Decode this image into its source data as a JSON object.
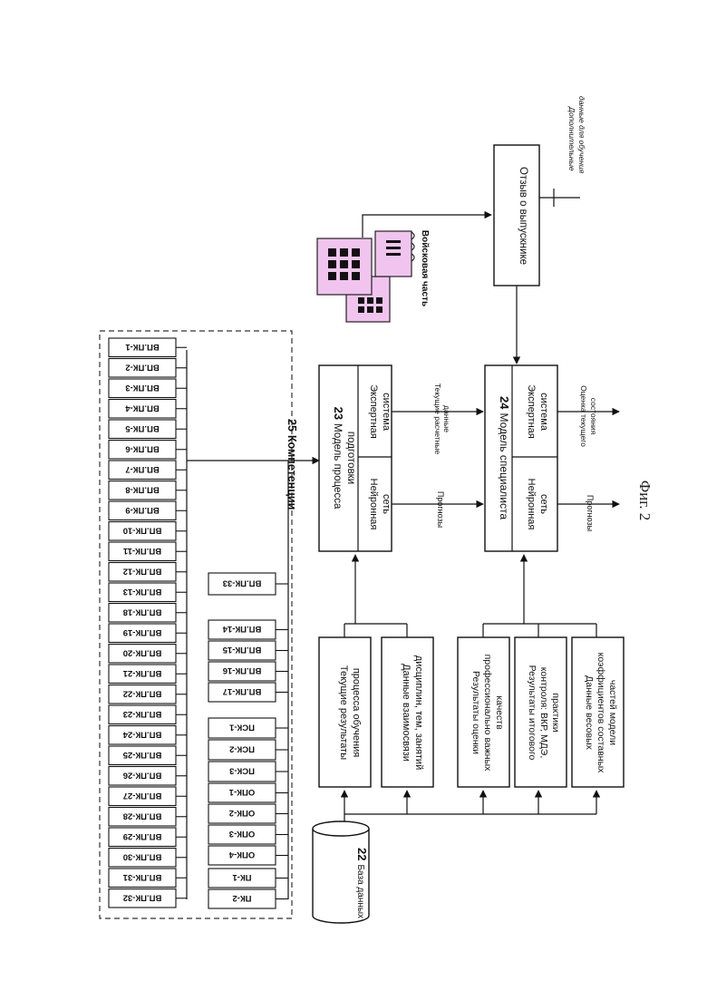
{
  "competencies": {
    "title_num": "25",
    "title_text": "Компетенции",
    "vp_pk": [
      "ВП.ПК-1",
      "ВП.ПК-2",
      "ВП.ПК-3",
      "ВП.ПК-4",
      "ВП.ПК-5",
      "ВП.ПК-6",
      "ВП.ПК-7",
      "ВП.ПК-8",
      "ВП.ПК-9",
      "ВП.ПК-10",
      "ВП.ПК-11",
      "ВП.ПК-12",
      "ВП.ПК-13",
      "ВП.ПК-18",
      "ВП.ПК-19",
      "ВП.ПК-20",
      "ВП.ПК-21",
      "ВП.ПК-22",
      "ВП.ПК-23",
      "ВП.ПК-24",
      "ВП.ПК-25",
      "ВП.ПК-26",
      "ВП.ПК-27",
      "ВП.ПК-28",
      "ВП.ПК-29",
      "ВП.ПК-30",
      "ВП.ПК-31",
      "ВП.ПК-32"
    ],
    "pk": [
      "ПК-1",
      "ПК-2"
    ],
    "opk": [
      "ОПК-1",
      "ОПК-2",
      "ОПК-3",
      "ОПК-4"
    ],
    "psk": [
      "ПСК-1",
      "ПСК-2",
      "ПСК-3"
    ],
    "vp_pk_extra": [
      "ВП.ПК-14",
      "ВП.ПК-15",
      "ВП.ПК-16",
      "ВП.ПК-17"
    ],
    "vp_pk_33": "ВП.ПК-33"
  },
  "database": {
    "num": "22",
    "label": "База данных"
  },
  "inputs_top": [
    {
      "line1": "Текущие результаты",
      "line2": "процесса обучения"
    },
    {
      "line1": "Данные взаимосвязи",
      "line2": "дисциплин, тем, занятий"
    }
  ],
  "inputs_bottom": [
    {
      "line1": "Результаты оценки",
      "line2": "профессионально важных",
      "line3": "качеств"
    },
    {
      "line1": "Результаты итогового",
      "line2": "контроля: ВКР, МДЭ,",
      "line3": "практики"
    },
    {
      "line1": "Данные весовых",
      "line2": "коэффициентов составных",
      "line3": "частей модели"
    }
  ],
  "model23": {
    "num": "23",
    "title1": "Модель процесса",
    "title2": "подготовки",
    "nn1": "Нейронная",
    "nn2": "сеть",
    "es1": "Экспертная",
    "es2": "система"
  },
  "model24": {
    "num": "24",
    "title": "Модель специалиста",
    "nn1": "Нейронная",
    "nn2": "сеть",
    "es1": "Экспертная",
    "es2": "система"
  },
  "arrows": {
    "forecasts_mid": "Прогнозы",
    "current_calc1": "Текущие расчетные",
    "current_calc2": "данные",
    "forecasts_out": "Прогнозы",
    "state1": "Оценка текущего",
    "state2": "состояния"
  },
  "unit": "Войсковая часть",
  "feedback": "Отзыв о выпускнике",
  "extra1": "Дополнительные",
  "extra2": "данные для обучения",
  "figure_caption": "Фиг. 2",
  "colors": {
    "building": "#f0c4ee",
    "line": "#111111",
    "dash": "#333333"
  }
}
